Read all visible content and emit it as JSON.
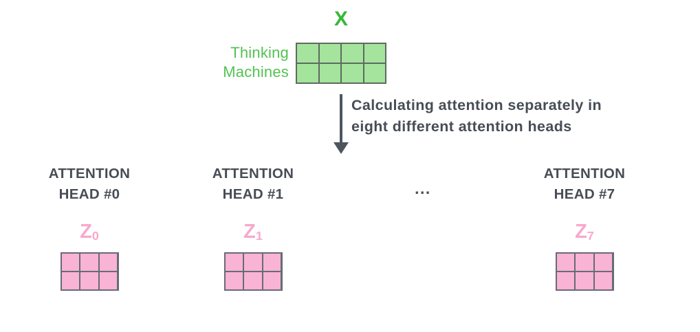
{
  "input": {
    "label": "X",
    "caption": [
      "Thinking",
      "Machines"
    ],
    "matrix": {
      "rows": 2,
      "cols": 4
    }
  },
  "annotation": {
    "line1": "Calculating attention separately in",
    "line2": "eight different attention heads"
  },
  "heads": [
    {
      "title1": "ATTENTION",
      "title2": "HEAD #0",
      "z_base": "Z",
      "z_sub": "0",
      "matrix": {
        "rows": 2,
        "cols": 3
      }
    },
    {
      "title1": "ATTENTION",
      "title2": "HEAD #1",
      "z_base": "Z",
      "z_sub": "1",
      "matrix": {
        "rows": 2,
        "cols": 3
      }
    },
    {
      "title1": "ATTENTION",
      "title2": "HEAD #7",
      "z_base": "Z",
      "z_sub": "7",
      "matrix": {
        "rows": 2,
        "cols": 3
      }
    }
  ],
  "ellipsis": "...",
  "colors": {
    "green_text": "#36b936",
    "green_caption": "#53c253",
    "green_fill": "#a4e49c",
    "green_border": "#5f6a61",
    "pink_fill": "#f9b3d5",
    "pink_border": "#666c75",
    "pink_text": "#f8a8cd",
    "dark_text": "#474d55",
    "arrow": "#4e555d"
  }
}
